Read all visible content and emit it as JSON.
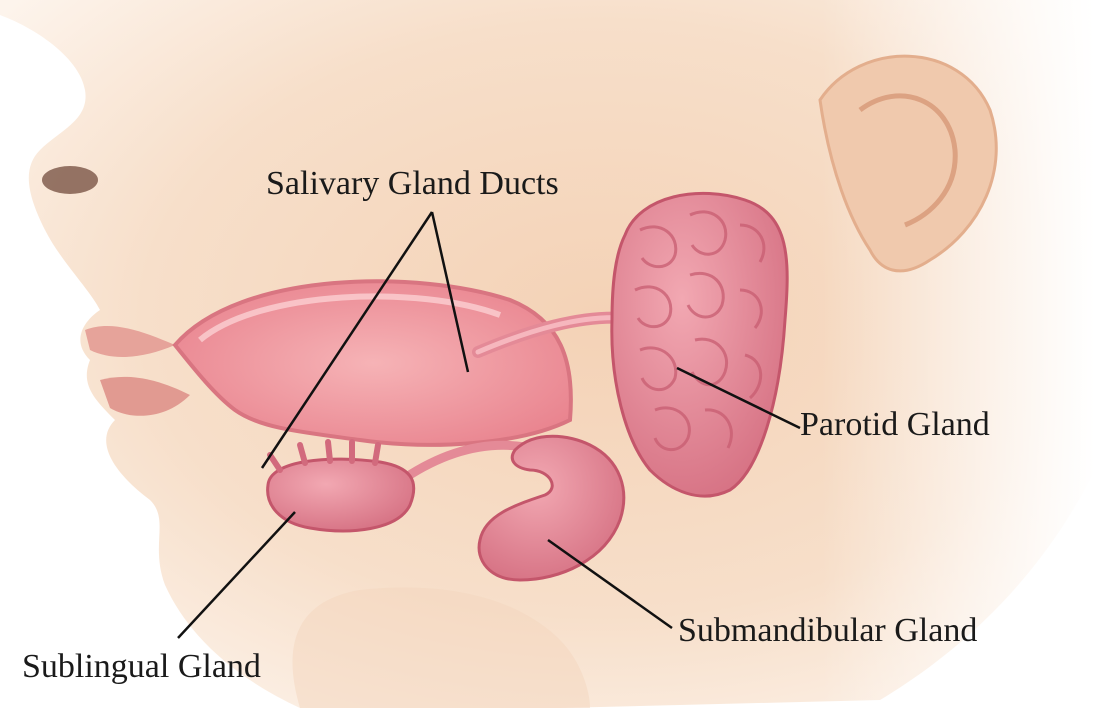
{
  "labels": {
    "salivary_gland_ducts": "Salivary Gland Ducts",
    "parotid_gland": "Parotid Gland",
    "submandibular_gland": "Submandibular Gland",
    "sublingual_gland": "Sublingual Gland"
  },
  "colors": {
    "skin_light": "#fbeee2",
    "skin_mid": "#f3d3b8",
    "skin_shadow": "#e8b896",
    "gland_pink": "#e98a98",
    "gland_dark": "#c95a6e",
    "mouth_pink": "#f19aa3",
    "leader_line": "#111111"
  }
}
